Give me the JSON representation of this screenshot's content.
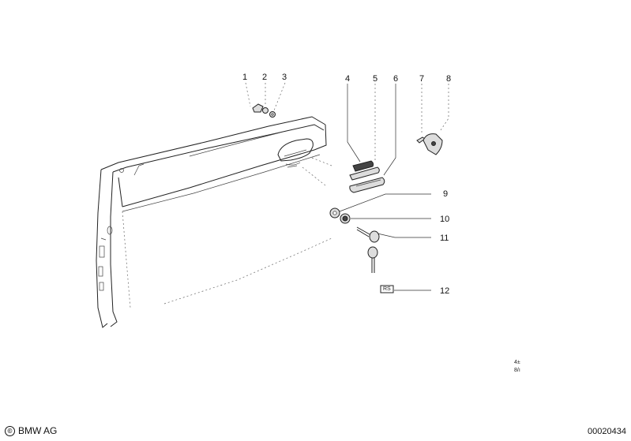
{
  "callouts": [
    "1",
    "2",
    "3",
    "4",
    "5",
    "6",
    "7",
    "8",
    "9",
    "10",
    "11",
    "12"
  ],
  "emblem_text": "RS",
  "corner_note": {
    "line1": "4±",
    "line2": "8/ı"
  },
  "footer": {
    "copyright_symbol": "©",
    "brand": "BMW AG",
    "diagram_number": "00020434"
  }
}
